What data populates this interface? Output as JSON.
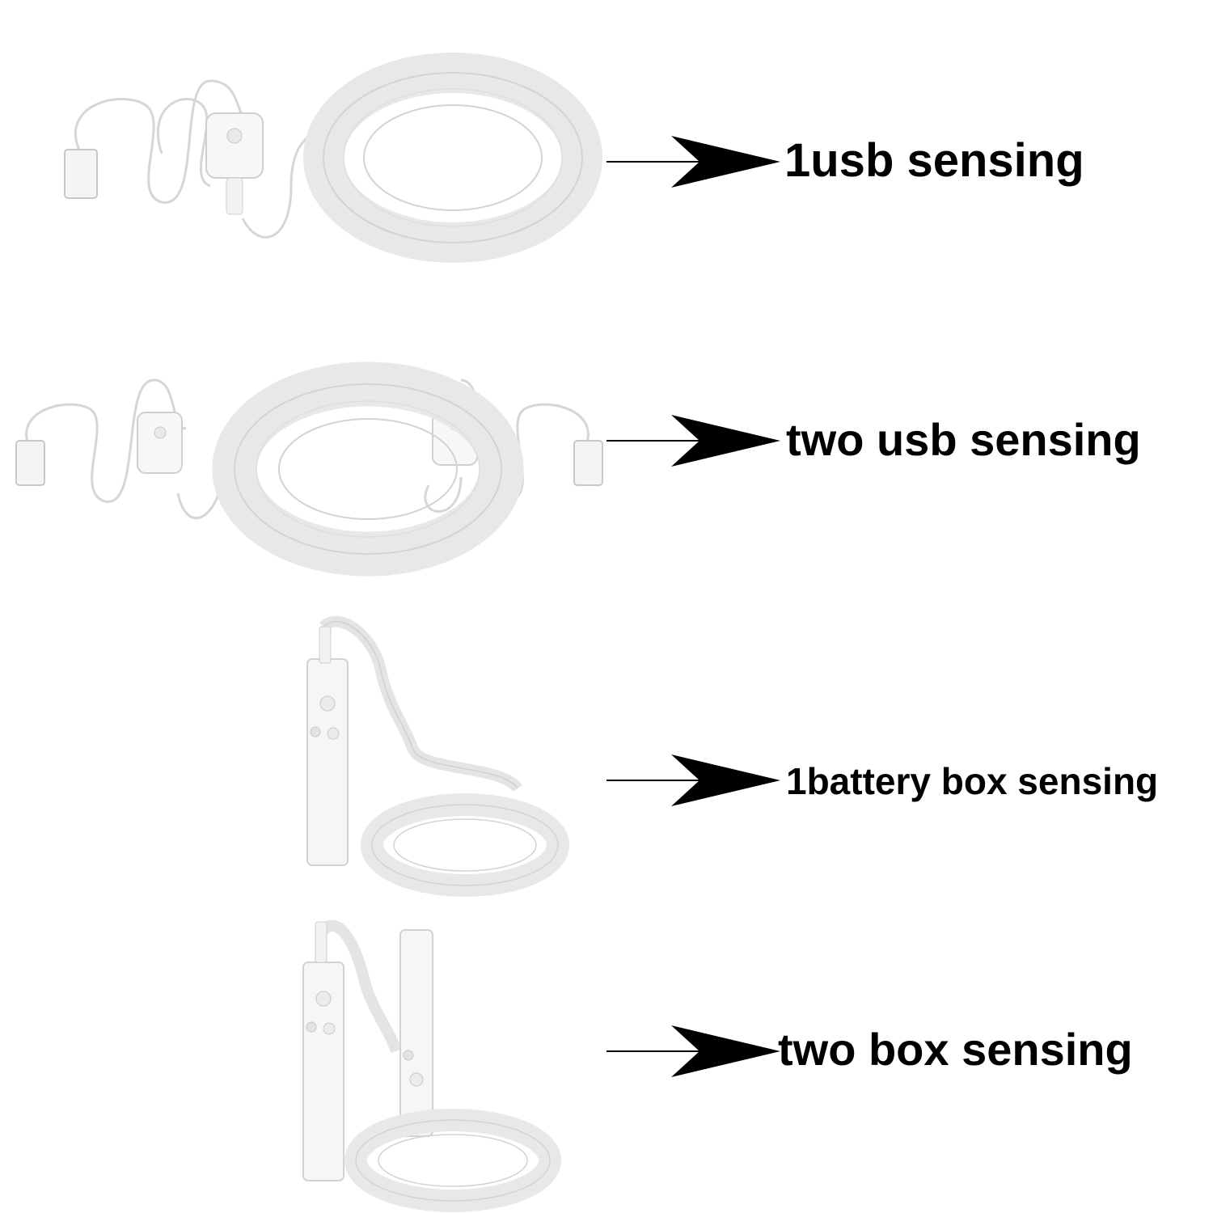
{
  "options": [
    {
      "label": "1usb sensing",
      "product": "usb-single"
    },
    {
      "label": "two usb sensing",
      "product": "usb-double"
    },
    {
      "label": "1battery box sensing",
      "product": "battery-single"
    },
    {
      "label": "two box sensing",
      "product": "battery-double"
    }
  ],
  "colors": {
    "background": "#ffffff",
    "text": "#000000",
    "arrow": "#000000",
    "product": "#f4f4f4",
    "product_edge": "#d0d0d0"
  }
}
